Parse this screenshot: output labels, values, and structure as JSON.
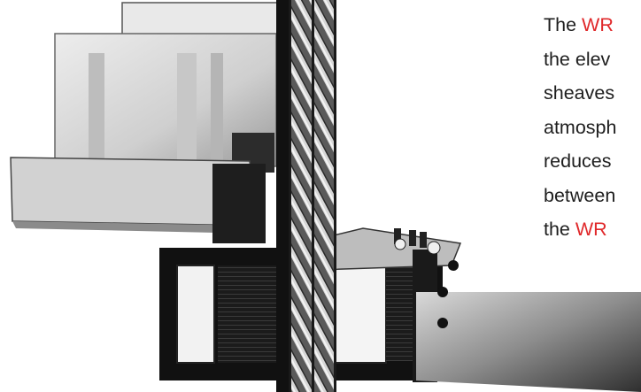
{
  "colors": {
    "accent": "#e0282a",
    "body_text": "#1e1e1e"
  },
  "image": {
    "subject": "elevator hoist rope passing through rope cleaner mounted on sheave bracket"
  },
  "text_lines": [
    {
      "prefix": "The ",
      "accent": "WR",
      "suffix": ""
    },
    {
      "prefix": "the elev",
      "accent": "",
      "suffix": ""
    },
    {
      "prefix": "sheaves",
      "accent": "",
      "suffix": ""
    },
    {
      "prefix": "atmosph",
      "accent": "",
      "suffix": ""
    },
    {
      "prefix": "reduces",
      "accent": "",
      "suffix": ""
    },
    {
      "prefix": "between",
      "accent": "",
      "suffix": ""
    },
    {
      "prefix": "the ",
      "accent": "WR",
      "suffix": ""
    }
  ]
}
